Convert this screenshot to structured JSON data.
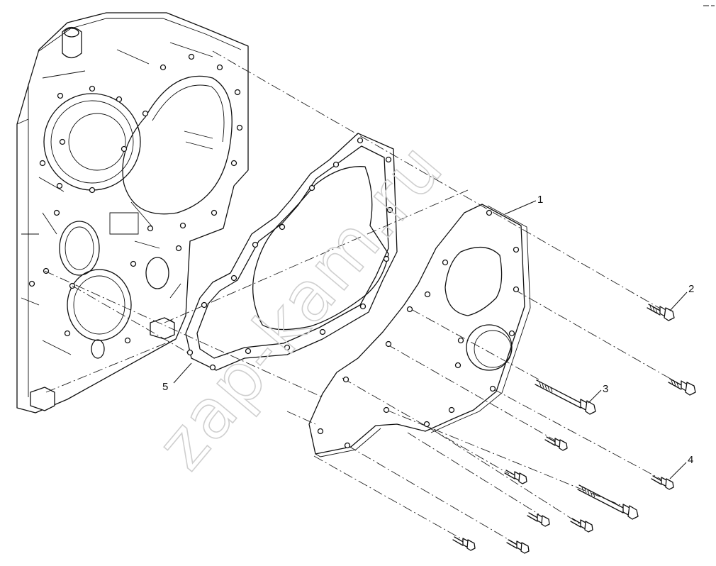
{
  "diagram": {
    "callouts": [
      {
        "id": "1",
        "label": "1"
      },
      {
        "id": "2",
        "label": "2"
      },
      {
        "id": "3",
        "label": "3"
      },
      {
        "id": "4",
        "label": "4"
      },
      {
        "id": "5",
        "label": "5"
      }
    ],
    "watermark": "zap-kam.ru"
  }
}
